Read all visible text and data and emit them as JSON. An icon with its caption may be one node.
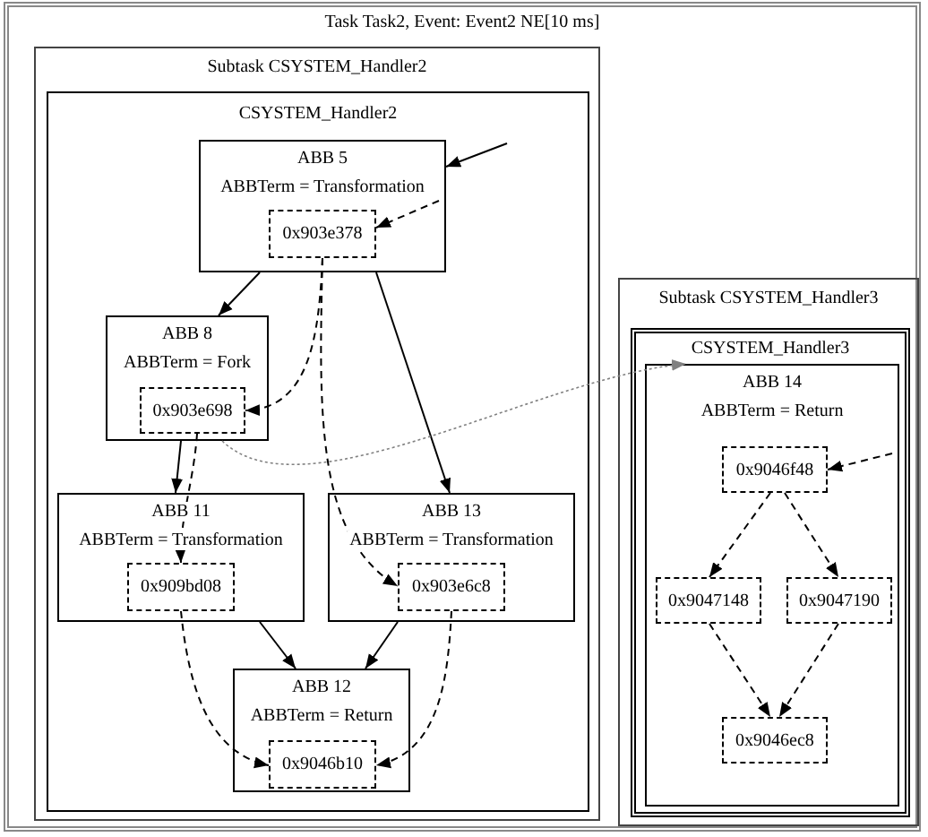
{
  "diagram": {
    "nodes": [
      {
        "text": [
          "Task Task2, Event: Event2 NE[10 ms]"
        ]
      },
      {
        "text": [
          "Subtask CSYSTEM_Handler2"
        ],
        "in": 0
      },
      {
        "text": [
          "CSYSTEM_Handler2"
        ],
        "in": 1
      },
      {
        "text": [
          "ABB 5",
          "ABBTerm = Transformation"
        ],
        "in": 2
      },
      {
        "text": [
          "0x903e378"
        ],
        "in": 3
      },
      {
        "text": [
          "ABB 8",
          "ABBTerm = Fork"
        ],
        "in": 2
      },
      {
        "text": [
          "0x903e698"
        ],
        "in": 5
      },
      {
        "text": [
          "ABB 11",
          "ABBTerm = Transformation"
        ],
        "in": 2
      },
      {
        "text": [
          "0x909bd08"
        ],
        "in": 7
      },
      {
        "text": [
          "ABB 13",
          "ABBTerm = Transformation"
        ],
        "in": 2
      },
      {
        "text": [
          "0x903e6c8"
        ],
        "in": 9
      },
      {
        "text": [
          "ABB 12",
          "ABBTerm = Return"
        ],
        "in": 2
      },
      {
        "text": [
          "0x9046b10"
        ],
        "in": 11
      },
      {
        "text": [
          "Subtask CSYSTEM_Handler3"
        ],
        "in": 0
      },
      {
        "text": [
          "CSYSTEM_Handler3"
        ],
        "in": 13
      },
      {
        "text": [
          "ABB 14",
          "ABBTerm = Return"
        ],
        "in": 14
      },
      {
        "text": [
          "0x9046f48"
        ],
        "in": 15
      },
      {
        "text": [
          "0x9047148"
        ],
        "in": 15
      },
      {
        "text": [
          "0x9047190"
        ],
        "in": 15
      },
      {
        "text": [
          "0x9046ec8"
        ],
        "in": 15
      }
    ],
    "edges": [
      {
        "from": null,
        "to": 3,
        "arrow": "to"
      },
      {
        "from": null,
        "to": 4,
        "arrow": "to",
        "style": "dashed"
      },
      {
        "from": 3,
        "to": 5,
        "arrow": "to"
      },
      {
        "from": 3,
        "to": 9,
        "arrow": "to"
      },
      {
        "from": 4,
        "to": 6,
        "arrow": "to",
        "style": "dashed"
      },
      {
        "from": 4,
        "to": 10,
        "arrow": "to",
        "style": "dashed"
      },
      {
        "from": 5,
        "to": 7,
        "arrow": "to"
      },
      {
        "from": 6,
        "to": 8,
        "arrow": "to",
        "style": "dashed"
      },
      {
        "from": 7,
        "to": 11,
        "arrow": "to"
      },
      {
        "from": 9,
        "to": 11,
        "arrow": "to"
      },
      {
        "from": 8,
        "to": 12,
        "arrow": "to",
        "style": "dashed"
      },
      {
        "from": 10,
        "to": 12,
        "arrow": "to",
        "style": "dashed"
      },
      {
        "from": 5,
        "to": 15,
        "arrow": "to",
        "style": "dashed",
        "color": "#808080"
      },
      {
        "from": null,
        "to": 16,
        "arrow": "to",
        "style": "dashed"
      },
      {
        "from": 16,
        "to": 17,
        "arrow": "to",
        "style": "dashed"
      },
      {
        "from": 16,
        "to": 18,
        "arrow": "to",
        "style": "dashed"
      },
      {
        "from": 17,
        "to": 19,
        "arrow": "to",
        "style": "dashed"
      },
      {
        "from": 18,
        "to": 19,
        "arrow": "to",
        "style": "dashed"
      }
    ]
  }
}
